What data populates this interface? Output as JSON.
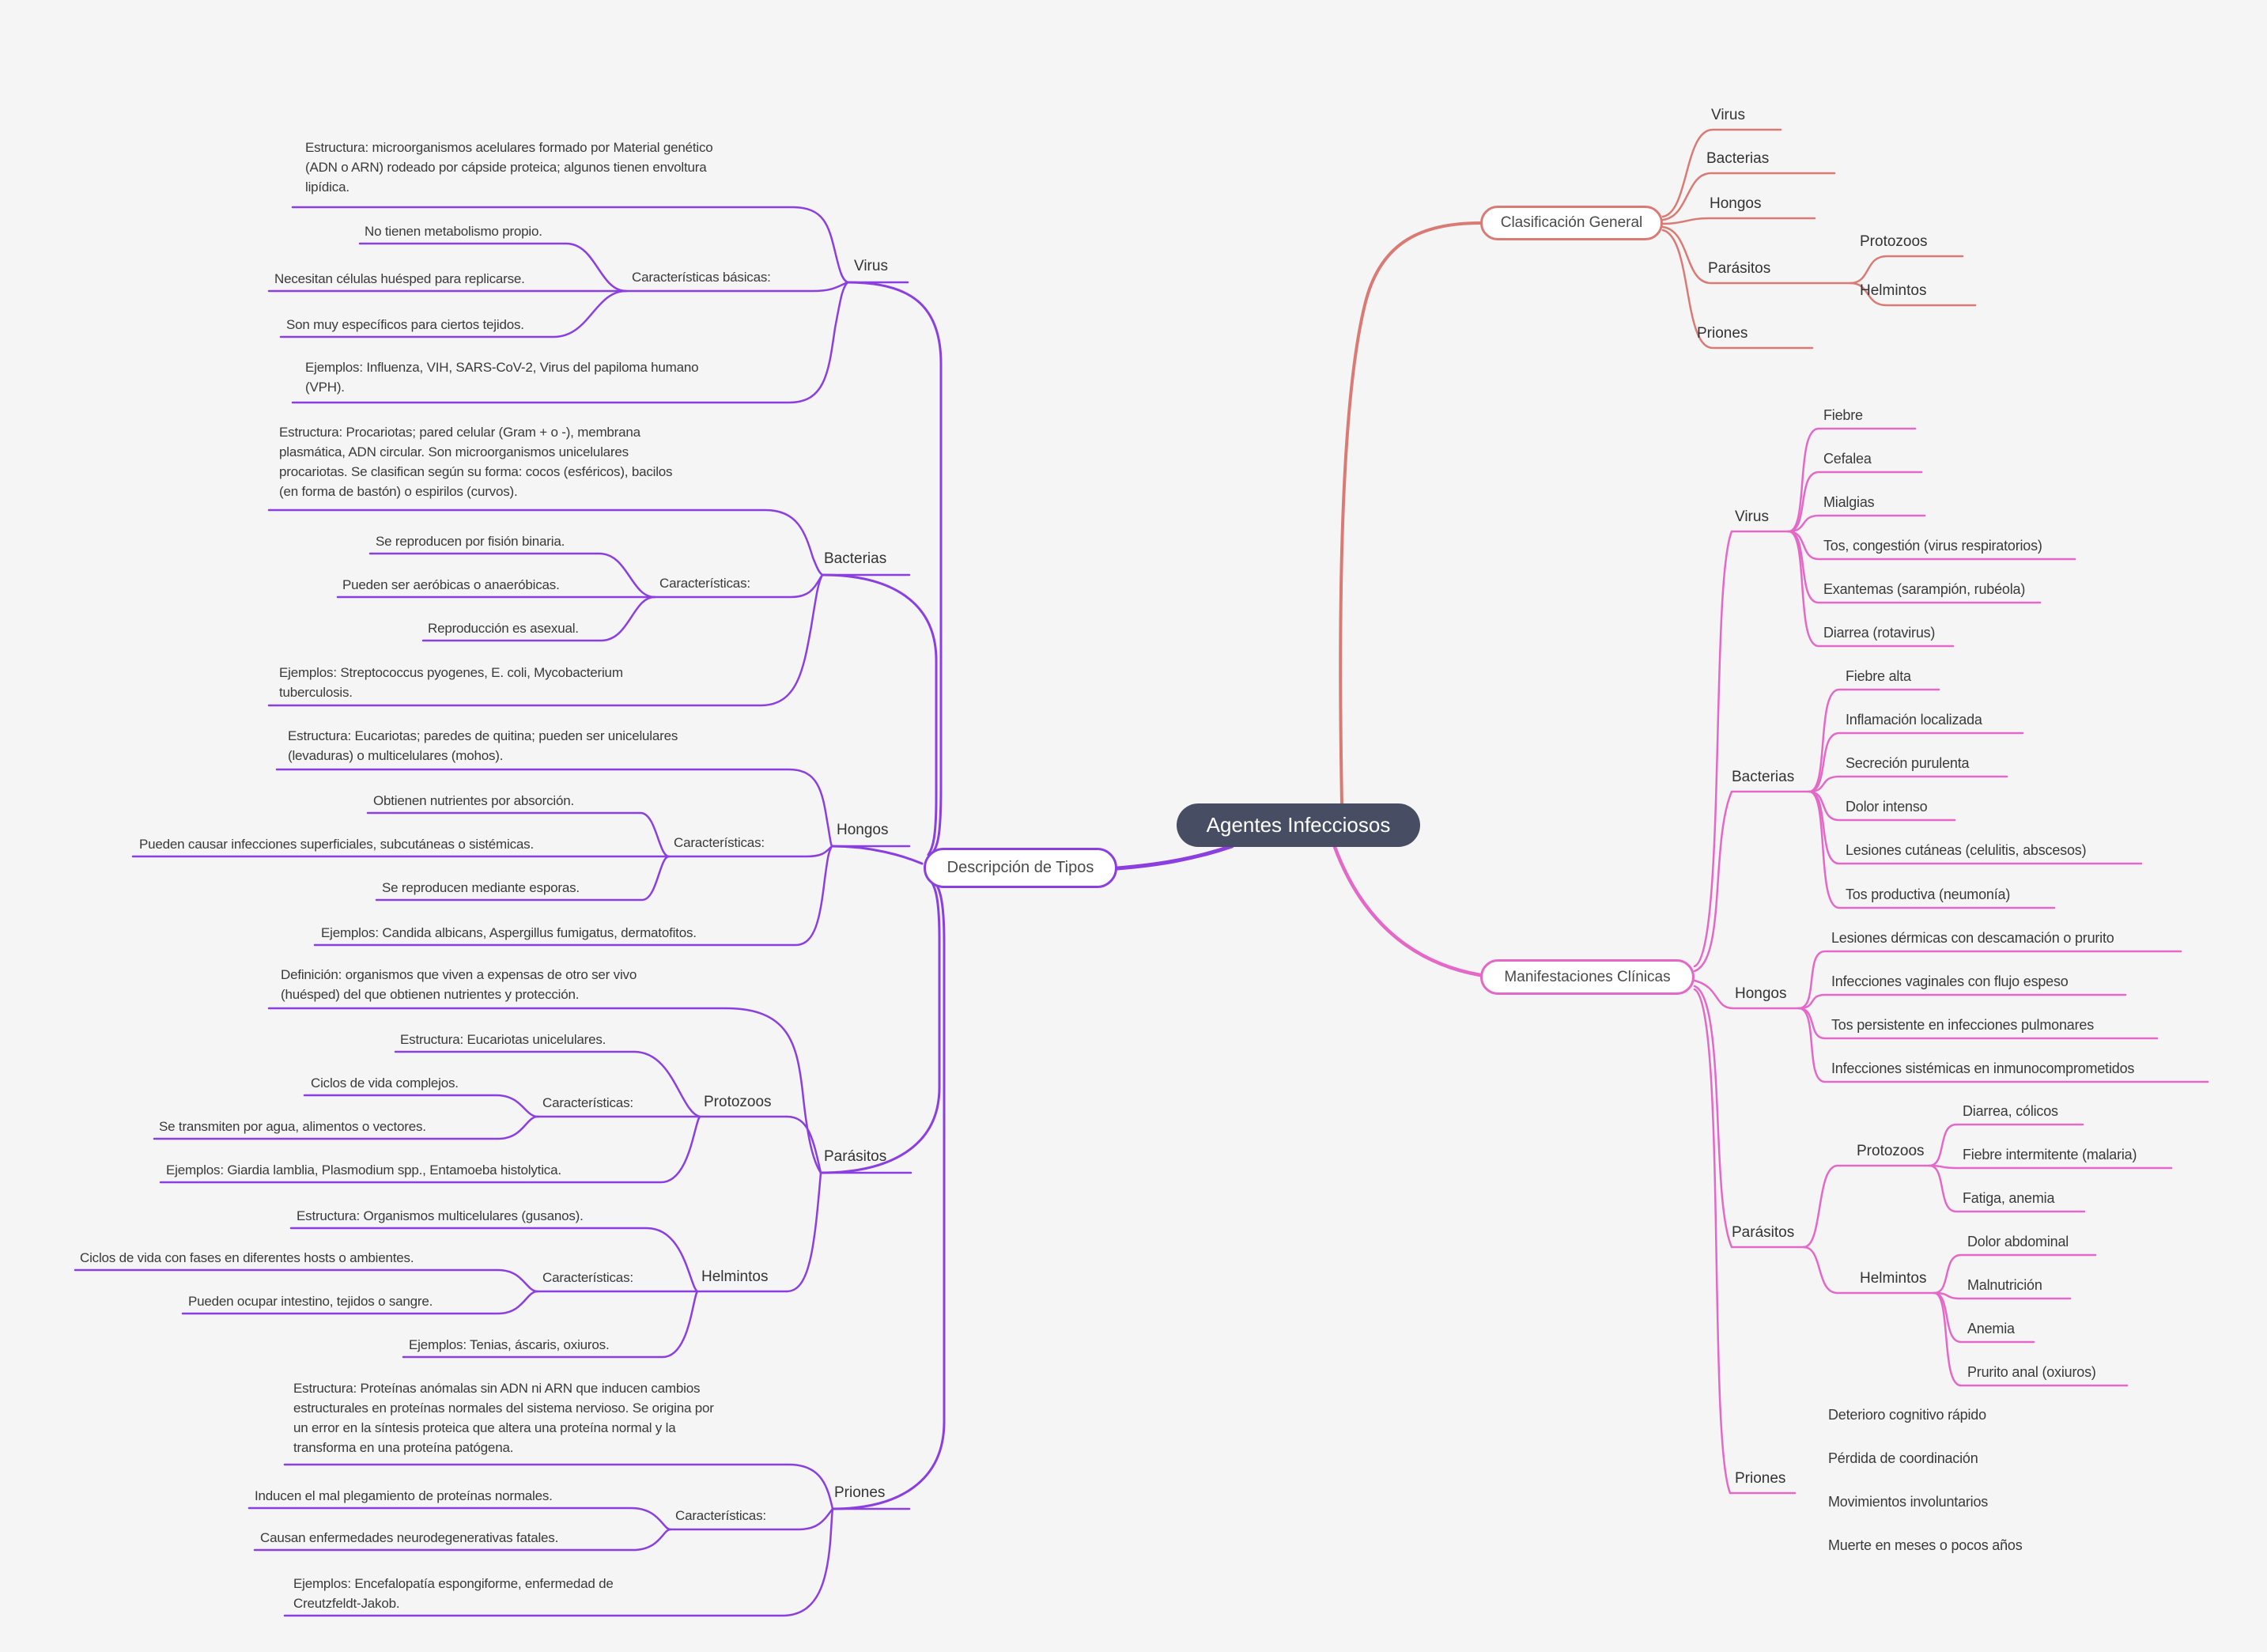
{
  "central": {
    "label": "Agentes Infecciosos"
  },
  "colors": {
    "purple": "#8b3fe0",
    "salmon": "#d97b74",
    "pink": "#e468c7",
    "central_bg": "#474e63",
    "background": "#f5f5f6"
  },
  "tipos": {
    "label": "Descripción de Tipos",
    "virus": {
      "label": "Virus",
      "estructura": "Estructura: microorganismos acelulares formado por Material genético (ADN o ARN) rodeado por cápside proteica; algunos tienen envoltura lipídica.",
      "carac": "Características básicas:",
      "items": [
        "No tienen metabolismo propio.",
        "Necesitan células huésped para replicarse.",
        "Son muy específicos para ciertos tejidos."
      ],
      "ejemplos": "Ejemplos: Influenza, VIH, SARS-CoV-2, Virus del papiloma humano (VPH)."
    },
    "bacterias": {
      "label": "Bacterias",
      "estructura": "Estructura: Procariotas; pared celular (Gram + o -), membrana plasmática, ADN circular. Son microorganismos unicelulares procariotas. Se clasifican según su forma: cocos (esféricos), bacilos (en forma de bastón) o espirilos (curvos).",
      "carac": "Características:",
      "items": [
        "Se reproducen por fisión binaria.",
        "Pueden ser aeróbicas o anaeróbicas.",
        "Reproducción es asexual."
      ],
      "ejemplos": "Ejemplos: Streptococcus pyogenes, E. coli, Mycobacterium tuberculosis."
    },
    "hongos": {
      "label": "Hongos",
      "estructura": "Estructura: Eucariotas; paredes de quitina; pueden ser unicelulares (levaduras) o multicelulares (mohos).",
      "carac": "Características:",
      "items": [
        "Obtienen nutrientes por absorción.",
        "Pueden causar infecciones superficiales, subcutáneas o sistémicas.",
        "Se reproducen mediante esporas."
      ],
      "ejemplos": "Ejemplos: Candida albicans, Aspergillus fumigatus, dermatofitos."
    },
    "parasitos": {
      "label": "Parásitos",
      "definicion": "Definición: organismos que viven a expensas de otro ser vivo (huésped) del que obtienen nutrientes y protección.",
      "protozoos": {
        "label": "Protozoos",
        "estructura": "Estructura: Eucariotas unicelulares.",
        "carac": "Características:",
        "items": [
          "Ciclos de vida complejos.",
          "Se transmiten por agua, alimentos o vectores."
        ],
        "ejemplos": "Ejemplos: Giardia lamblia, Plasmodium spp., Entamoeba histolytica."
      },
      "helmintos": {
        "label": "Helmintos",
        "estructura": "Estructura: Organismos multicelulares (gusanos).",
        "carac": "Características:",
        "items": [
          "Ciclos de vida con fases en diferentes hosts o ambientes.",
          "Pueden ocupar intestino, tejidos o sangre."
        ],
        "ejemplos": "Ejemplos: Tenias, áscaris, oxiuros."
      }
    },
    "priones": {
      "label": "Priones",
      "estructura": "Estructura: Proteínas anómalas sin ADN ni ARN que inducen cambios estructurales en proteínas normales del sistema nervioso. Se origina por un error en la síntesis proteica que altera una proteína normal y la transforma en una proteína patógena.",
      "carac": "Características:",
      "items": [
        "Inducen el mal plegamiento de proteínas normales.",
        "Causan enfermedades neurodegenerativas fatales."
      ],
      "ejemplos": "Ejemplos: Encefalopatía espongiforme, enfermedad de Creutzfeldt-Jakob."
    }
  },
  "clasificacion": {
    "label": "Clasificación General",
    "virus": "Virus",
    "bacterias": "Bacterias",
    "hongos": "Hongos",
    "parasitos": "Parásitos",
    "protozoos": "Protozoos",
    "helmintos": "Helmintos",
    "priones": "Priones"
  },
  "manifestaciones": {
    "label": "Manifestaciones Clínicas",
    "virus": {
      "label": "Virus",
      "items": [
        "Fiebre",
        "Cefalea",
        "Mialgias",
        "Tos, congestión (virus respiratorios)",
        "Exantemas (sarampión, rubéola)",
        "Diarrea (rotavirus)"
      ]
    },
    "bacterias": {
      "label": "Bacterias",
      "items": [
        "Fiebre alta",
        "Inflamación localizada",
        "Secreción purulenta",
        "Dolor intenso",
        "Lesiones cutáneas (celulitis, abscesos)",
        "Tos productiva (neumonía)"
      ]
    },
    "hongos": {
      "label": "Hongos",
      "items": [
        "Lesiones dérmicas con descamación o prurito",
        "Infecciones vaginales con flujo espeso",
        "Tos persistente en infecciones pulmonares",
        "Infecciones sistémicas en inmunocomprometidos"
      ]
    },
    "parasitos": {
      "label": "Parásitos",
      "protozoos": {
        "label": "Protozoos",
        "items": [
          "Diarrea, cólicos",
          "Fiebre intermitente (malaria)",
          "Fatiga, anemia"
        ]
      },
      "helmintos": {
        "label": "Helmintos",
        "items": [
          "Dolor abdominal",
          "Malnutrición",
          "Anemia",
          "Prurito anal (oxiuros)"
        ]
      }
    },
    "priones": {
      "label": "Priones",
      "items": [
        "Deterioro cognitivo rápido",
        "Pérdida de coordinación",
        "Movimientos involuntarios",
        "Muerte en meses o pocos años"
      ]
    }
  }
}
